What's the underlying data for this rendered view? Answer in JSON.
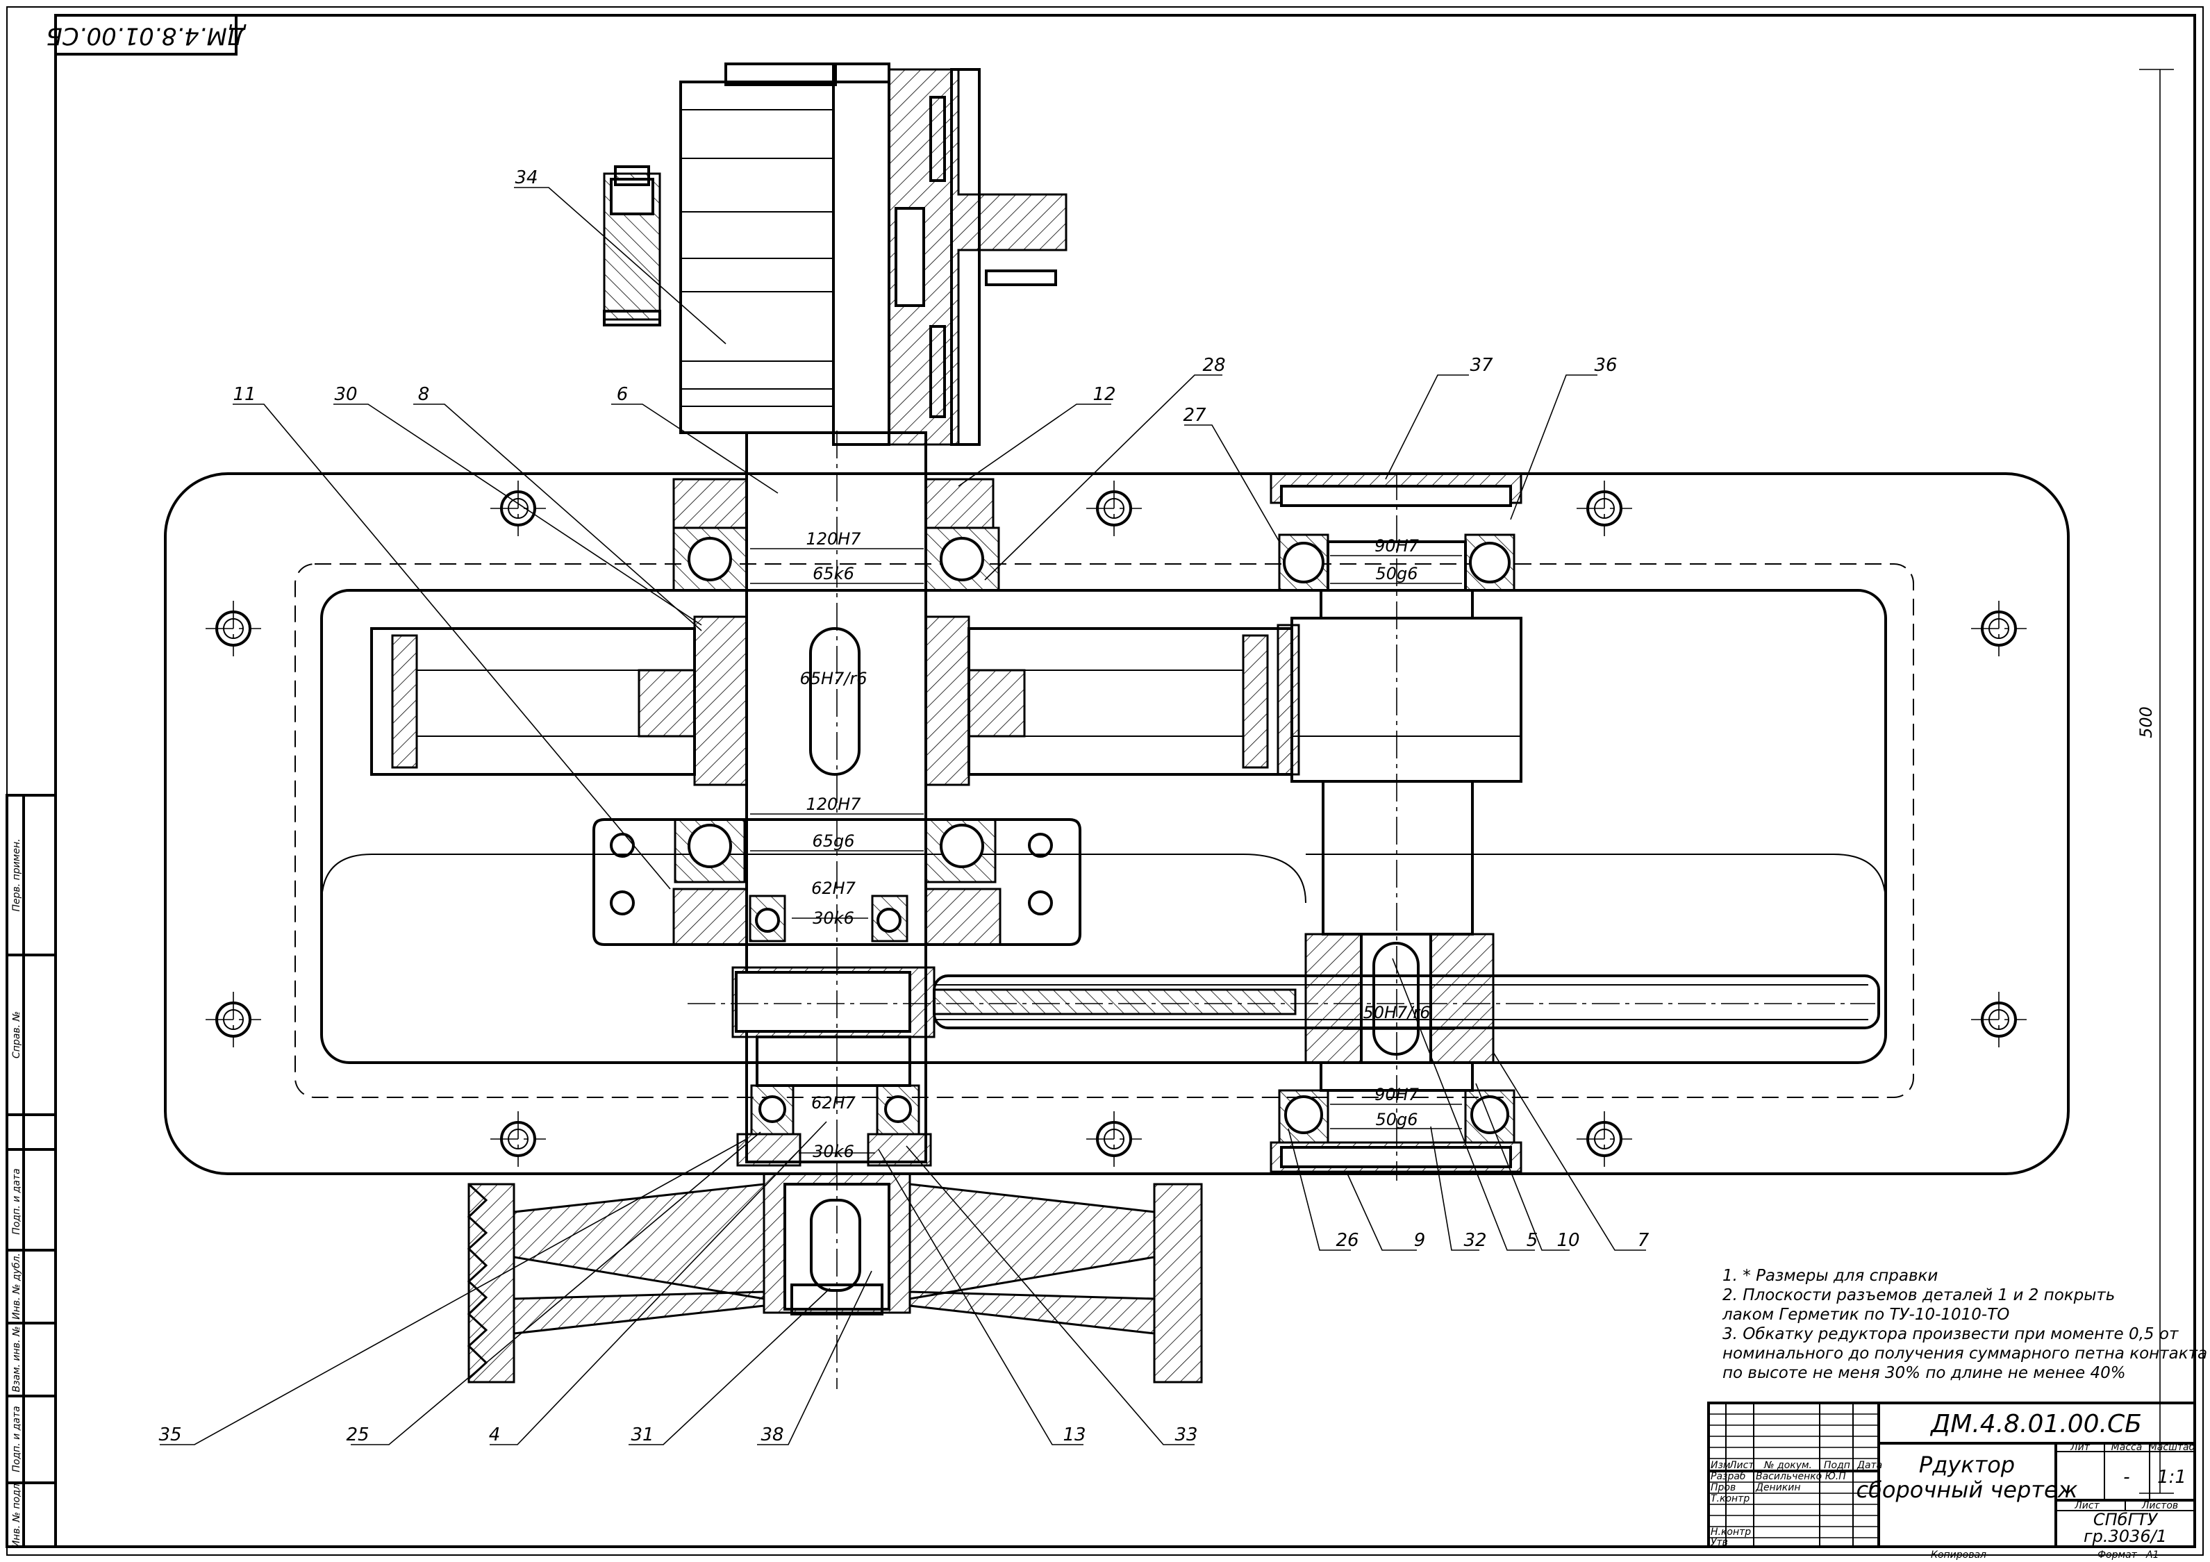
{
  "stamp_code_rotated": "ДМ.4.8.01.00.СБ",
  "title_block": {
    "designation": "ДМ.4.8.01.00.СБ",
    "name_line1": "Рдуктор",
    "name_line2": "сборочный чертеж",
    "col_headers": [
      "Изм",
      "Лист",
      "№ докум.",
      "Подп",
      "Дата"
    ],
    "roles": [
      "Разраб",
      "Пров",
      "Т.контр",
      "",
      "Н.контр",
      "Утв"
    ],
    "names": [
      "Васильченко Ю.П",
      "Деникин",
      "",
      "",
      "",
      ""
    ],
    "lit_label": "Лит",
    "mass_label": "Масса",
    "scale_label": "Масштаб",
    "mass_value": "-",
    "scale_value": "1:1",
    "sheet_label": "Лист",
    "sheets_label": "Листов",
    "org_line1": "СПбГТУ",
    "org_line2": "гр.3036/1",
    "copied_label": "Копировал",
    "format_label": "Формат",
    "format_value": "А1"
  },
  "side_strip": [
    "Перв. примен.",
    "Справ. №",
    "Подп. и дата",
    "Инв. № дубл.",
    "Взам. инв. №",
    "Подп. и дата",
    "Инв. № подл."
  ],
  "notes": [
    "1. * Размеры для справки",
    "2. Плоскости разъемов деталей 1 и 2 покрыть",
    "лаком Герметик по ТУ-10-1010-ТО",
    "3. Обкатку редуктора произвести при моменте 0,5 от",
    "номинального до получения суммарного петна контакта",
    "по высоте не меня 30% по длине не менее 40%"
  ],
  "dimensions": {
    "d1": "120H7",
    "d2": "65k6",
    "d3": "65H7/r6",
    "d4": "120H7",
    "d5": "65g6",
    "d6": "62H7",
    "d7": "30k6",
    "d8": "90H7",
    "d9": "50g6",
    "d10": "50H7/r6",
    "d11": "90H7",
    "d12": "50g6",
    "d13": "62H7",
    "d14": "30k6",
    "overall": "500"
  },
  "positions": {
    "p34": "34",
    "p11": "11",
    "p30": "30",
    "p8": "8",
    "p6": "6",
    "p12": "12",
    "p28": "28",
    "p27": "27",
    "p37": "37",
    "p36": "36",
    "p26": "26",
    "p9": "9",
    "p32": "32",
    "p5": "5",
    "p10": "10",
    "p7": "7",
    "p35": "35",
    "p25": "25",
    "p4": "4",
    "p31": "31",
    "p38": "38",
    "p13": "13",
    "p33": "33"
  },
  "colors": {
    "line": "#000000",
    "paper": "#ffffff"
  }
}
